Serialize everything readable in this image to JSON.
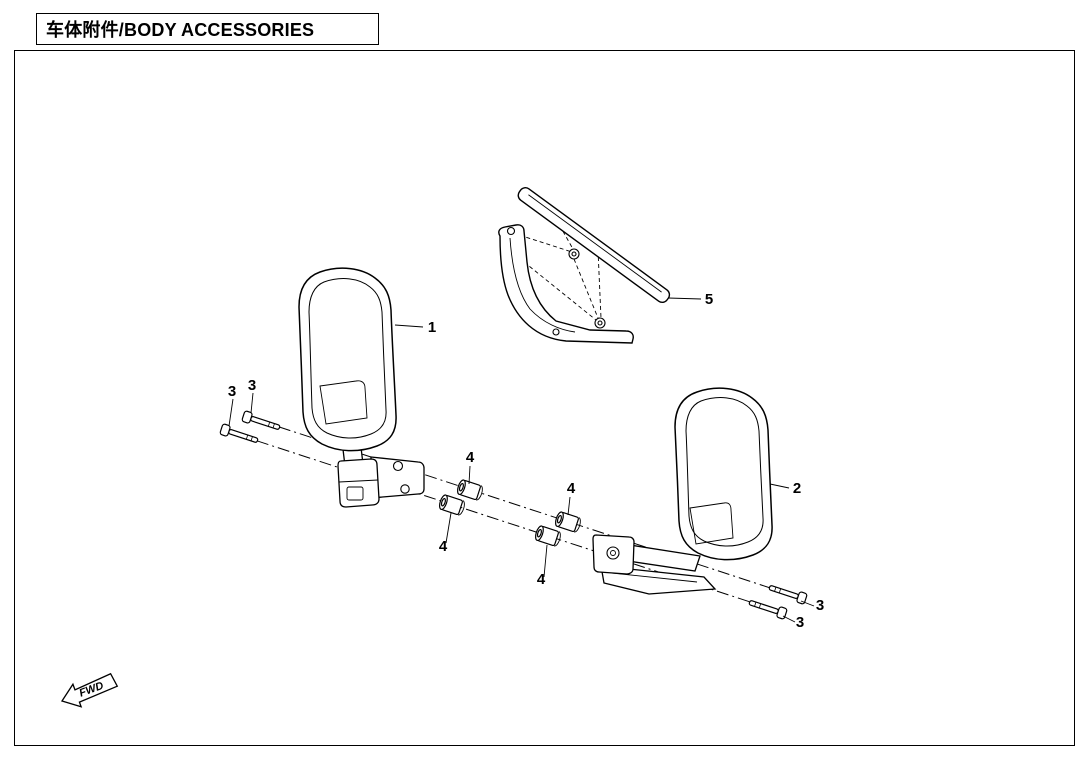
{
  "header": {
    "title": "车体附件/BODY ACCESSORIES"
  },
  "callouts": {
    "mirror_left": "1",
    "mirror_right": "2",
    "screw_left_a": "3",
    "screw_left_b": "3",
    "screw_right_a": "3",
    "screw_right_b": "3",
    "spacer_top_left": "4",
    "spacer_bottom_left": "4",
    "spacer_top_right": "4",
    "spacer_bottom_right": "4",
    "bracket": "5"
  },
  "fwd": {
    "label": "FWD"
  }
}
